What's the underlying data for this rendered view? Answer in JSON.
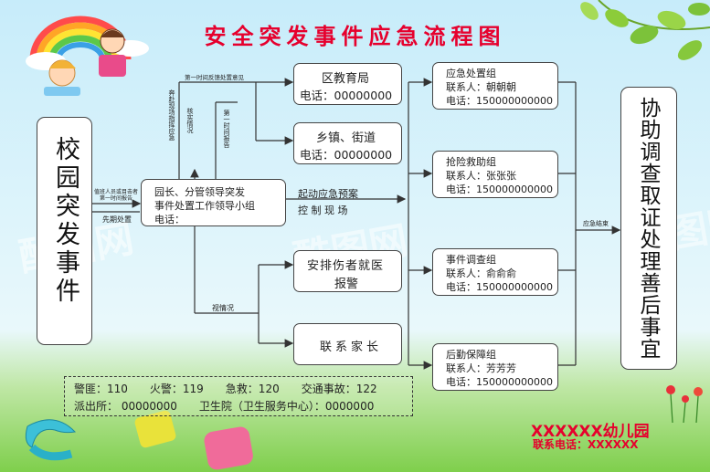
{
  "title": "安全突发事件应急流程图",
  "nodes": {
    "incident": "校园突发事件",
    "leader": {
      "line1": "园长、分管领导突发",
      "line2": "事件处置工作领导小组",
      "line3": "电话："
    },
    "edu_bureau": {
      "name": "区教育局",
      "phone": "电话：00000000"
    },
    "town": {
      "name": "乡镇、街道",
      "phone": "电话：00000000"
    },
    "medical": {
      "line1": "安排伤者就医",
      "line2": "报警"
    },
    "parents": "联系家长",
    "final": "协助调查取证处理善后事宜",
    "groups": [
      {
        "name": "应急处置组",
        "contact": "联系人：朝朝朝",
        "phone": "电话：150000000000"
      },
      {
        "name": "抢险救助组",
        "contact": "联系人：张张张",
        "phone": "电话：150000000000"
      },
      {
        "name": "事件调查组",
        "contact": "联系人：俞俞俞",
        "phone": "电话：150000000000"
      },
      {
        "name": "后勤保障组",
        "contact": "联系人：芳芳芳",
        "phone": "电话：150000000000"
      }
    ]
  },
  "labels": {
    "first_report": "值班人员或目击者第一时间报告",
    "early_handle": "先期处置",
    "feedback": "第一时间反馈处置意见",
    "onsite": "奔赴现场指挥应急",
    "verify": "核实情况",
    "first_time_report": "第一时间报告",
    "start_plan": "起动应急预案",
    "control_site": "控 制 现 场",
    "as_needed": "视情况",
    "end": "应急结束"
  },
  "phones": {
    "line1": "警匪：110　　火警：119　　急救：120　　交通事故：122",
    "line2": "派出所：  00000000　　卫生院（卫生服务中心）：0000000"
  },
  "footer": {
    "name": "XXXXXX幼儿园",
    "phone": "联系电话：XXXXXX"
  },
  "watermark": "酷图网"
}
